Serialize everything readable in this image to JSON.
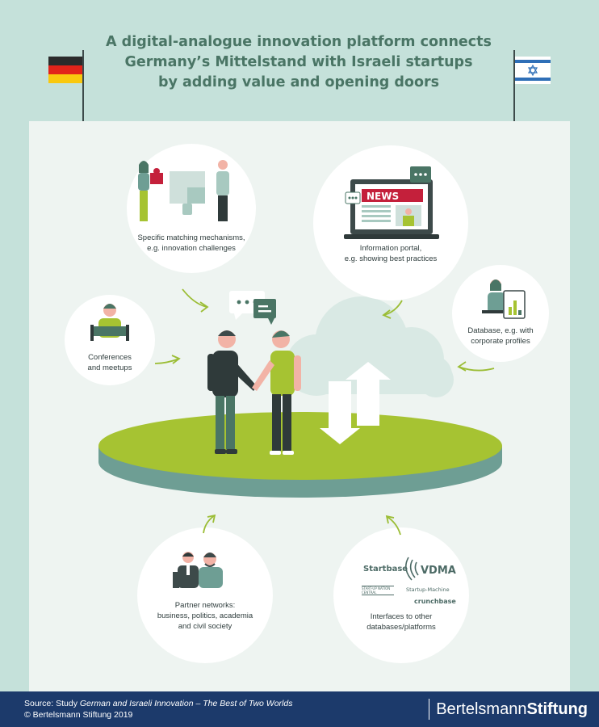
{
  "header": {
    "title_lines": [
      "A digital-analogue innovation platform connects",
      "Germany’s Mittelstand with Israeli startups",
      "by adding value and opening doors"
    ]
  },
  "colors": {
    "background": "#c5e1da",
    "panel": "#eef4f1",
    "green_accent": "#a6c332",
    "teal_dark": "#4a7565",
    "footer": "#1c3a6b",
    "arrow": "#9bbd35"
  },
  "flags": {
    "left": "germany-flag",
    "right": "israel-flag"
  },
  "news_label": "NEWS",
  "circles": {
    "matching": {
      "line1": "Specific matching mechanisms,",
      "line2": "e.g. innovation challenges"
    },
    "portal": {
      "line1": "Information portal,",
      "line2": "e.g. showing best practices"
    },
    "conferences": {
      "line1": "Conferences",
      "line2": "and meetups"
    },
    "database": {
      "line1": "Database, e.g. with",
      "line2": "corporate profiles"
    },
    "partners": {
      "line1": "Partner networks:",
      "line2": "business, politics, academia",
      "line3": "and civil society"
    },
    "interfaces": {
      "line1": "Interfaces to other",
      "line2": "databases/platforms"
    }
  },
  "logos": {
    "startbase": "Startbase",
    "vdma": "VDMA",
    "startup_nation": "START-UP NATION CENTRAL",
    "startup_machine": "Startup-Machine",
    "crunchbase": "crunchbase"
  },
  "footer": {
    "source_prefix": "Source: Study ",
    "source_title": "German and Israeli Innovation – The Best of Two Worlds",
    "copyright": "© Bertelsmann Stiftung 2019",
    "brand_regular": "Bertelsmann",
    "brand_bold": "Stiftung"
  }
}
